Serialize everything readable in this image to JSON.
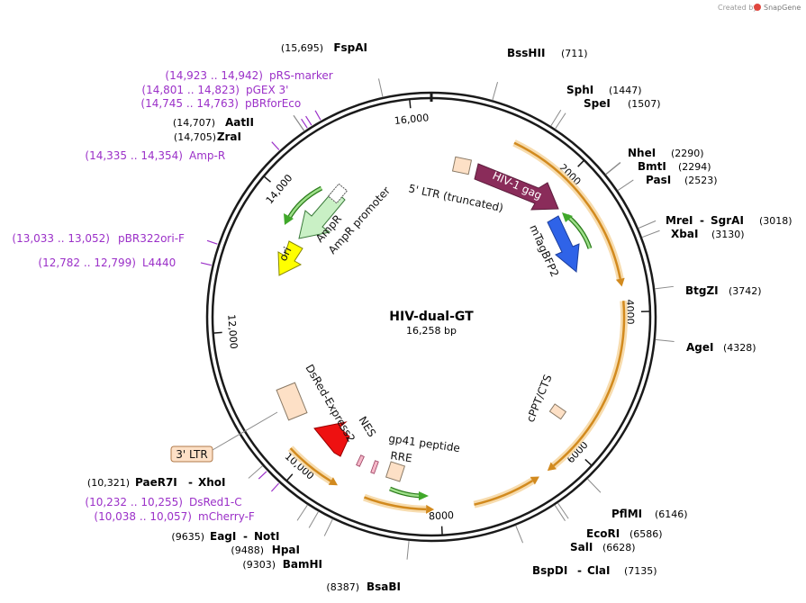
{
  "credit": {
    "created_by": "Created by",
    "brand": "SnapGene"
  },
  "plasmid": {
    "name": "HIV-dual-GT",
    "size_label": "16,258 bp",
    "length": 16258
  },
  "ticks": [
    {
      "bp": 16000,
      "label": "16,000"
    },
    {
      "bp": 2000,
      "label": "2000"
    },
    {
      "bp": 4000,
      "label": "4000"
    },
    {
      "bp": 6000,
      "label": "6000"
    },
    {
      "bp": 8000,
      "label": "8000"
    },
    {
      "bp": 10000,
      "label": "10,000"
    },
    {
      "bp": 12000,
      "label": "12,000"
    },
    {
      "bp": 14000,
      "label": "14,000"
    }
  ],
  "sites": [
    {
      "name": "FspAI",
      "pos": "(15,695)",
      "bp": 15695,
      "side": "left"
    },
    {
      "name": "BssHII",
      "pos": "(711)",
      "bp": 711,
      "side": "right"
    },
    {
      "name": "SphI",
      "pos": "(1447)",
      "bp": 1447,
      "side": "right"
    },
    {
      "name": "SpeI",
      "pos": "(1507)",
      "bp": 1507,
      "side": "right"
    },
    {
      "name": "NheI",
      "pos": "(2290)",
      "bp": 2290,
      "side": "right"
    },
    {
      "name": "BmtI",
      "pos": "(2294)",
      "bp": 2294,
      "side": "right"
    },
    {
      "name": "PasI",
      "pos": "(2523)",
      "bp": 2523,
      "side": "right"
    },
    {
      "name": "MreI",
      "name2": "SgrAI",
      "pos": "(3018)",
      "bp": 3018,
      "side": "right"
    },
    {
      "name": "XbaI",
      "pos": "(3130)",
      "bp": 3130,
      "side": "right"
    },
    {
      "name": "BtgZI",
      "pos": "(3742)",
      "bp": 3742,
      "side": "right"
    },
    {
      "name": "AgeI",
      "pos": "(4328)",
      "bp": 4328,
      "side": "right"
    },
    {
      "name": "PflMI",
      "pos": "(6146)",
      "bp": 6146,
      "side": "right"
    },
    {
      "name": "EcoRI",
      "pos": "(6586)",
      "bp": 6586,
      "side": "right"
    },
    {
      "name": "SalI",
      "pos": "(6628)",
      "bp": 6628,
      "side": "right"
    },
    {
      "name": "BspDI",
      "name2": "ClaI",
      "pos": "(7135)",
      "bp": 7135,
      "side": "right"
    },
    {
      "name": "BsaBI",
      "pos": "(8387)",
      "bp": 8387,
      "side": "left"
    },
    {
      "name": "BamHI",
      "pos": "(9303)",
      "bp": 9303,
      "side": "left"
    },
    {
      "name": "HpaI",
      "pos": "(9488)",
      "bp": 9488,
      "side": "left"
    },
    {
      "name": "EagI",
      "name2": "NotI",
      "pos": "(9635)",
      "bp": 9635,
      "side": "left"
    },
    {
      "name": "PaeR7I",
      "name2": "XhoI",
      "pos": "(10,321)",
      "bp": 10321,
      "side": "left"
    },
    {
      "name": "AatII",
      "pos": "(14,707)",
      "bp": 14707,
      "side": "left"
    },
    {
      "name": "ZraI",
      "pos": "(14,705)",
      "bp": 14705,
      "side": "left"
    }
  ],
  "primers": [
    {
      "range": "(14,923 .. 14,942)",
      "name": "pRS-marker",
      "bp": 14932
    },
    {
      "range": "(14,801 .. 14,823)",
      "name": "pGEX 3'",
      "bp": 14812
    },
    {
      "range": "(14,745 .. 14,763)",
      "name": "pBRforEco",
      "bp": 14754
    },
    {
      "range": "(14,335 .. 14,354)",
      "name": "Amp-R",
      "bp": 14345
    },
    {
      "range": "(13,033 .. 13,052)",
      "name": "pBR322ori-F",
      "bp": 13042
    },
    {
      "range": "(12,782 .. 12,799)",
      "name": "L4440",
      "bp": 12790
    },
    {
      "range": "(10,232 .. 10,255)",
      "name": "DsRed1-C",
      "bp": 10243
    },
    {
      "range": "(10,038 .. 10,057)",
      "name": "mCherry-F",
      "bp": 10047
    }
  ],
  "features": {
    "ltr5": "5' LTR (truncated)",
    "gag": "HIV-1 gag",
    "mtagbfp2": "mTagBFP2",
    "ampr": "AmpR",
    "ampr_promoter": "AmpR promoter",
    "ori": "ori",
    "cppt": "cPPT/CTS",
    "dsred": "DsRed-Express2",
    "nes": "NES",
    "gp41": "gp41 peptide",
    "rre": "RRE",
    "ltr3": "3' LTR"
  },
  "colors": {
    "backbone": "#1a1a1a",
    "orf_orange": "#d28a1e",
    "orf_glow": "#f7dcae",
    "gag": "#8a2c5a",
    "bfp": "#2f63e8",
    "ampr": "#c9f0c5",
    "ori": "#ffff00",
    "dsred": "#ee1111",
    "ltr": "#fde0c6",
    "green_arrow": "#40a82a",
    "primer": "#9b30c8",
    "site_line": "#8a8a8a"
  }
}
